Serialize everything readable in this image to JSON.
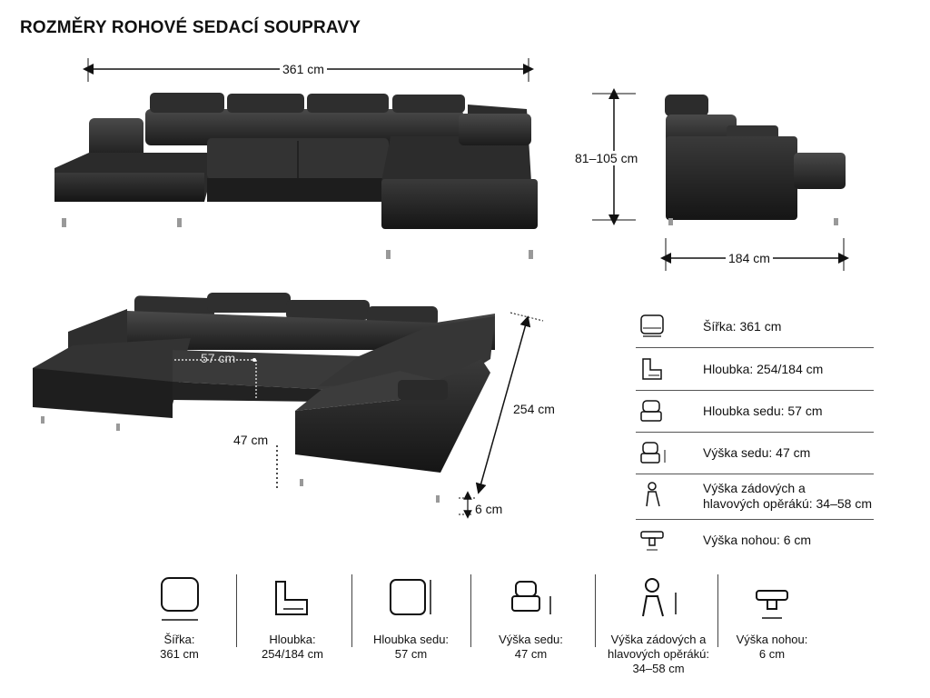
{
  "title": "ROZMĚRY ROHOVÉ SEDACÍ SOUPRAVY",
  "top_view": {
    "width_label": "361 cm"
  },
  "side_view": {
    "height_label": "81–105 cm",
    "depth_label": "184 cm"
  },
  "persp_view": {
    "seat_depth_label": "57 cm",
    "seat_height_label": "47 cm",
    "depth_label": "254 cm",
    "leg_label": "6 cm"
  },
  "specs": [
    {
      "icon": "width-icon",
      "text": "Šířka:  361 cm"
    },
    {
      "icon": "depth-icon",
      "text": "Hloubka:  254/184 cm"
    },
    {
      "icon": "seat-depth-icon",
      "text": "Hloubka sedu: 57 cm"
    },
    {
      "icon": "seat-height-icon",
      "text": "Výška sedu:  47 cm"
    },
    {
      "icon": "backrest-height-icon",
      "text": "Výška zádových a\nhlavových opěrákú: 34–58 cm"
    },
    {
      "icon": "leg-height-icon",
      "text": "Výška nohou:  6 cm"
    }
  ],
  "bottom": [
    {
      "icon": "width-icon",
      "label": "Šířka:",
      "value": "361 cm"
    },
    {
      "icon": "depth-icon",
      "label": "Hloubka:",
      "value": "254/184 cm"
    },
    {
      "icon": "seat-depth-icon",
      "label": "Hloubka sedu:",
      "value": "57 cm"
    },
    {
      "icon": "seat-height-icon",
      "label": "Výška sedu:",
      "value": "47 cm"
    },
    {
      "icon": "backrest-height-icon",
      "label": "Výška zádových a hlavových opěrákú:",
      "value": "34–58 cm"
    },
    {
      "icon": "leg-height-icon",
      "label": "Výška nohou:",
      "value": "6 cm"
    }
  ]
}
